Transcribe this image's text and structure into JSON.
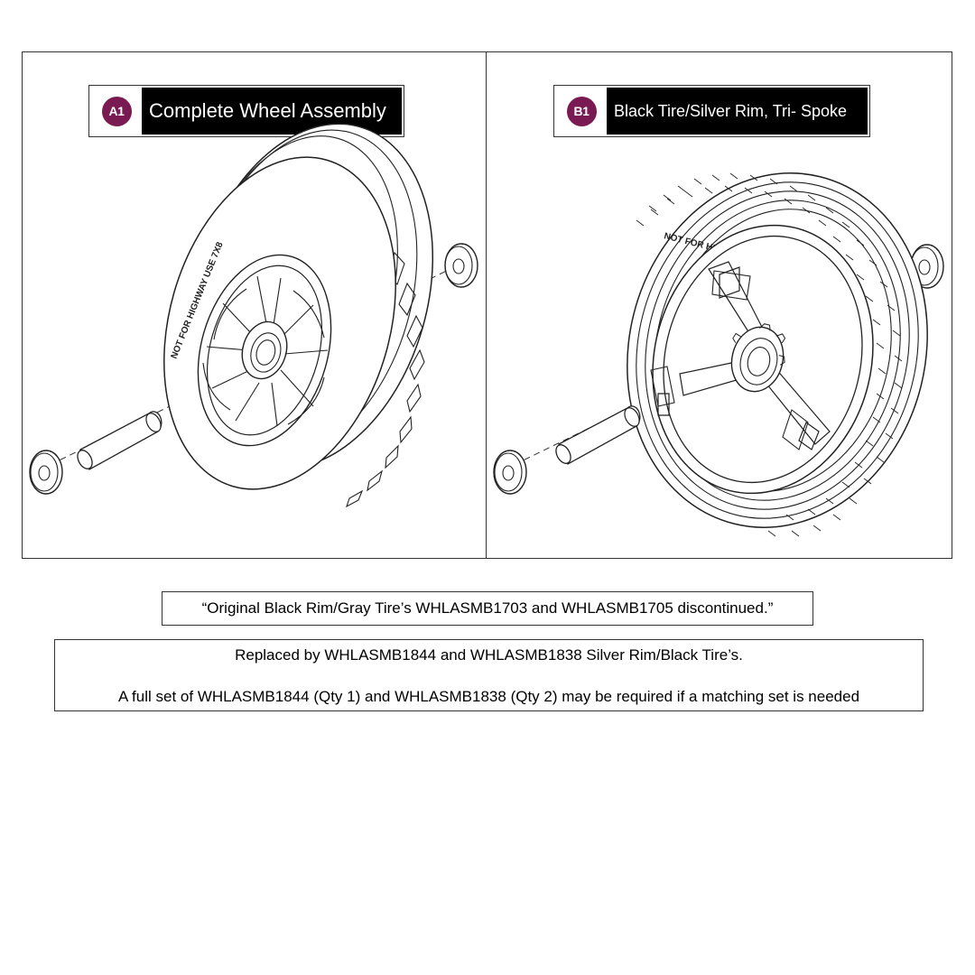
{
  "panel_a": {
    "badge": "A1",
    "title": "Complete Wheel Assembly",
    "sidewall_text": "NOT FOR HIGHWAY USE  7X8"
  },
  "panel_b": {
    "badge": "B1",
    "title": "Black Tire/Silver Rim, Tri- Spoke",
    "sidewall_text": "NOT FOR HIGHWAY USE  3.0 8"
  },
  "notices": {
    "discontinued": "“Original Black Rim/Gray Tire’s WHLASMB1703 and WHLASMB1705 discontinued.”",
    "replaced_line1": "Replaced by WHLASMB1844 and WHLASMB1838 Silver Rim/Black Tire’s.",
    "replaced_line2": "A full set of WHLASMB1844 (Qty 1) and WHLASMB1838 (Qty 2) may be required if a matching set is needed"
  },
  "colors": {
    "badge": "#7a1a52",
    "title_background": "#000000",
    "line_art": "#222222"
  }
}
